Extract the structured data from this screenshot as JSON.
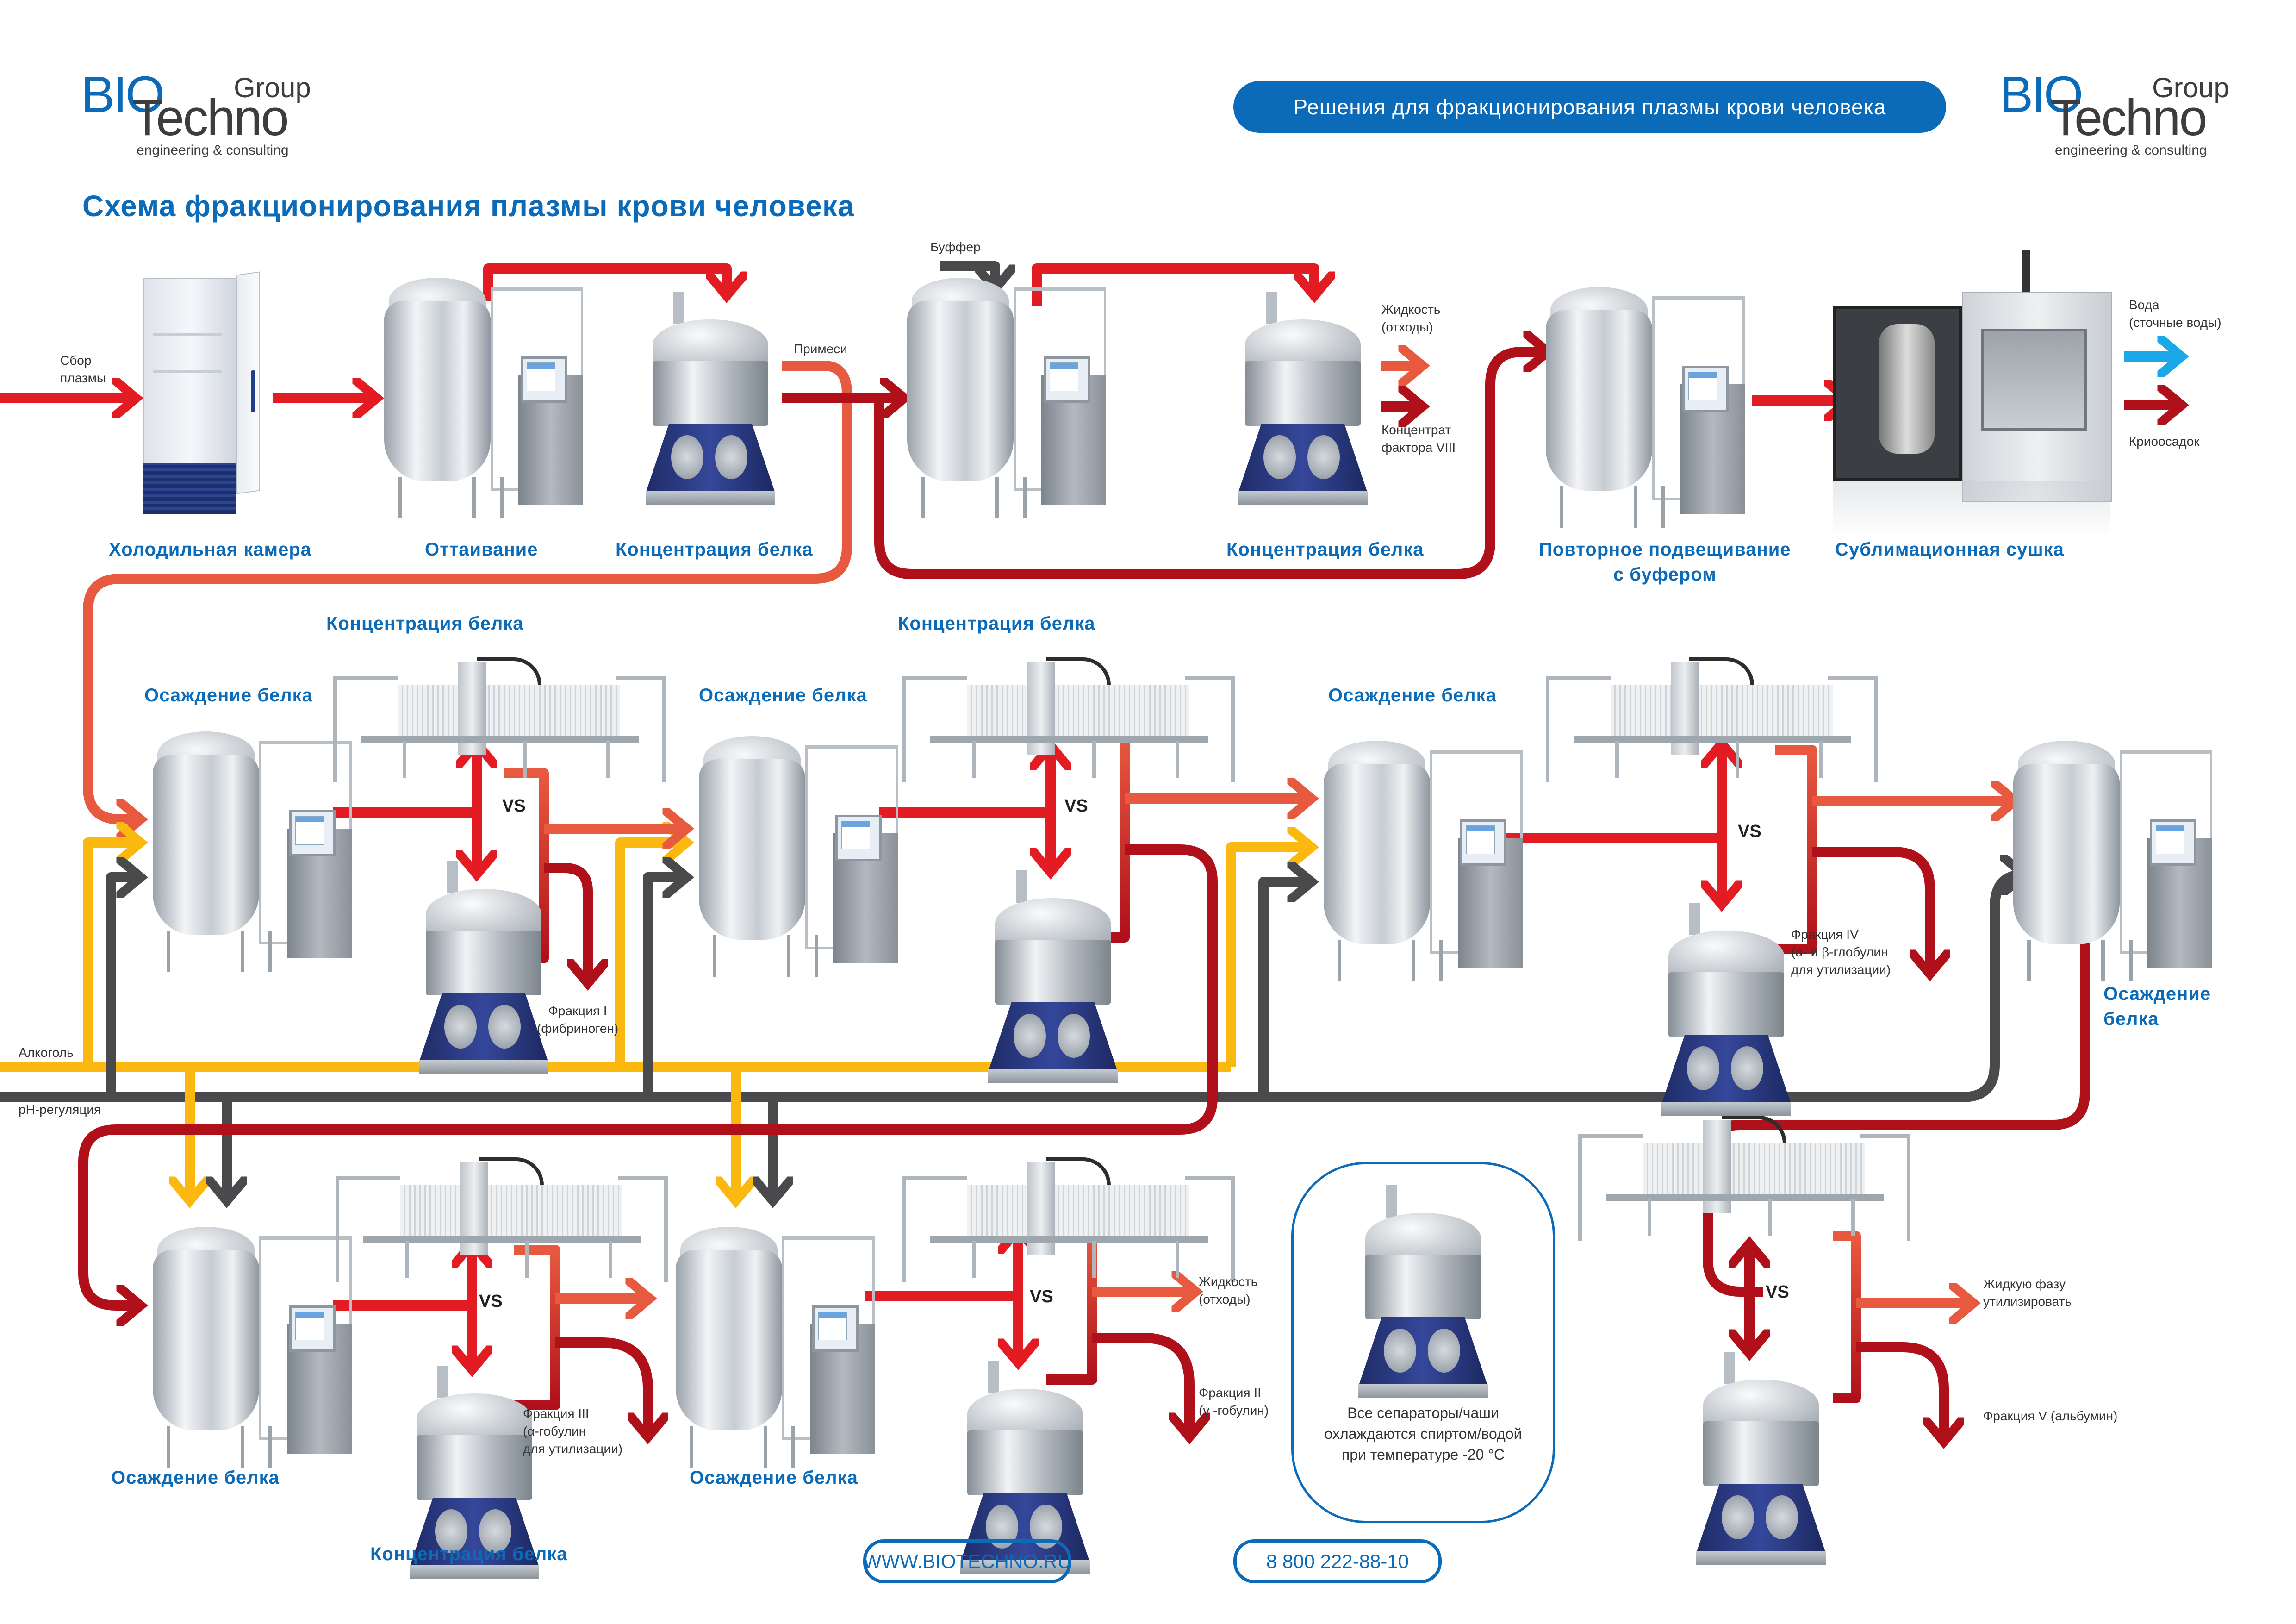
{
  "header": {
    "logo_left": {
      "bio": "BIO",
      "techno": "Techno",
      "group": "Group",
      "tagline": "engineering & consulting"
    },
    "logo_right": {
      "bio": "BIO",
      "techno": "Techno",
      "group": "Group",
      "tagline": "engineering & consulting"
    },
    "banner": "Решения для фракционирования плазмы крови человека",
    "title": "Схема фракционирования плазмы крови человека"
  },
  "row1": {
    "input_label": "Сбор\nплазмы",
    "fridge": "Холодильная камера",
    "thaw": "Оттаивание",
    "conc1": "Концентрация белка",
    "impurities": "Примеси",
    "buffer": "Буффер",
    "conc2": "Концентрация белка",
    "liquid_waste": "Жидкость\n(отходы)",
    "factor8": "Концентрат\nфактора VIII",
    "resuspend": "Повторное подвещивание\nс буфером",
    "freeze_dry": "Сублимационная сушка",
    "water": "Вода\n(сточные воды)",
    "cryo": "Криоосадок"
  },
  "row2": {
    "precip1": "Осаждение белка",
    "conc_a": "Концентрация белка",
    "fraction1": "Фракция I\n(фибриноген)",
    "precip2": "Осаждение белка",
    "conc_b": "Концентрация белка",
    "precip3": "Осаждение белка",
    "fraction4": "Фракция IV\n(α- и β-глобулин\nдля утилизации)",
    "precip4": "Осаждение\nбелка",
    "alcohol": "Алкоголь",
    "ph": "pH-регуляция",
    "vs": "VS"
  },
  "row3": {
    "precip5": "Осаждение белка",
    "fraction3": "Фракция III\n(α-гобулин\nдля утилизации)",
    "conc_c": "Концентрация белка",
    "precip6": "Осаждение белка",
    "liquid_waste2": "Жидкость\n(отходы)",
    "fraction2": "Фракция II\n(γ -гобулин)",
    "liquid_dispose": "Жидкую фазу\nутилизировать",
    "fraction5": "Фракция V (альбумин)",
    "vs": "VS"
  },
  "info_note": "Все сепараторы/чаши\nохлаждаются спиртом/водой\nпри температуре -20 °C",
  "footer": {
    "website": "WWW.BIOTECHNO.RU",
    "phone": "8 800 222-88-10"
  },
  "colors": {
    "brand_blue": "#0b6bb8",
    "main_flow_red": "#e31b23",
    "dark_red": "#b0101a",
    "orange_red": "#e85a40",
    "alcohol_yellow": "#fbb80f",
    "ph_gray": "#4a4a4c",
    "water_blue": "#1aa8e8"
  }
}
